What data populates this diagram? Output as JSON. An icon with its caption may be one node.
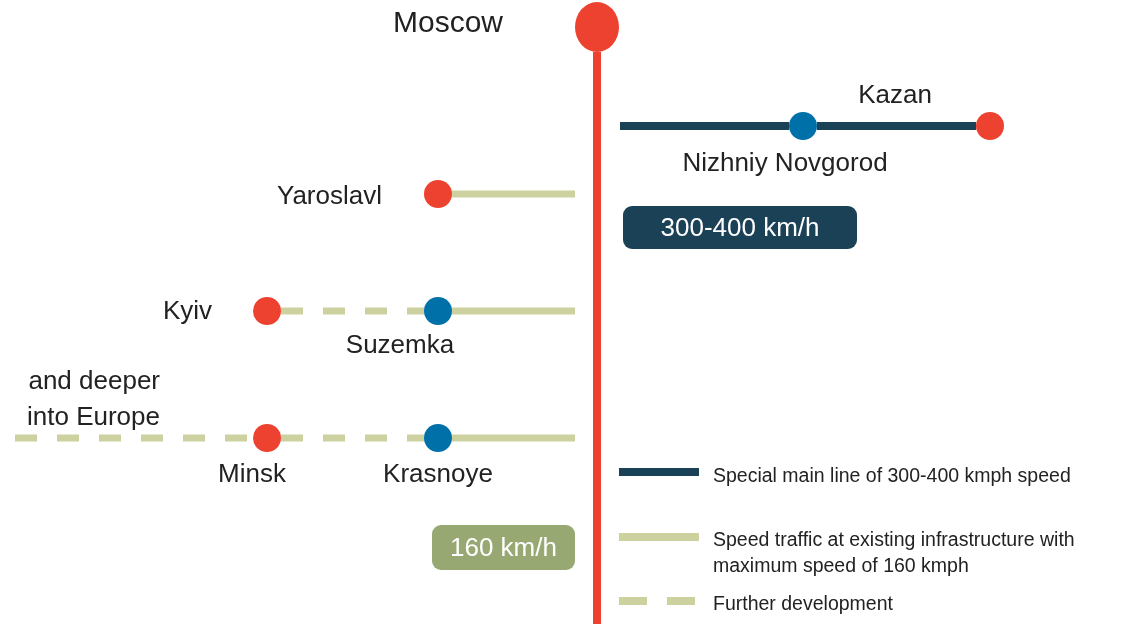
{
  "diagram": {
    "nodes": [
      {
        "text": [
          "Moscow"
        ]
      },
      {
        "text": [
          "Kazan"
        ]
      },
      {
        "text": [
          "Nizhniy Novgorod"
        ]
      },
      {
        "text": [
          "Yaroslavl"
        ]
      },
      {
        "text": [
          "300-400 km/h"
        ]
      },
      {
        "text": [
          "Kyiv"
        ]
      },
      {
        "text": [
          "Suzemka"
        ]
      },
      {
        "text": [
          "and deeper into Europe"
        ]
      },
      {
        "text": [
          "Minsk"
        ]
      },
      {
        "text": [
          "Krasnoye"
        ]
      },
      {
        "text": [
          "160 km/h"
        ]
      }
    ],
    "edges": [
      {
        "from": 0,
        "to": null,
        "arrow": "none",
        "color": "#ee4230"
      },
      {
        "from": null,
        "to": 2,
        "arrow": "none",
        "color": "#1b4157"
      },
      {
        "from": 2,
        "to": 1,
        "arrow": "none",
        "color": "#1b4157"
      },
      {
        "from": 3,
        "to": null,
        "arrow": "none"
      },
      {
        "from": 5,
        "to": 6,
        "arrow": "none",
        "style": "dashed"
      },
      {
        "from": 6,
        "to": null,
        "arrow": "none"
      },
      {
        "from": 7,
        "to": 8,
        "arrow": "none",
        "style": "dashed"
      },
      {
        "from": 8,
        "to": 9,
        "arrow": "none",
        "style": "dashed"
      },
      {
        "from": 9,
        "to": null,
        "arrow": "none"
      }
    ],
    "legend": [
      {
        "text": "Special main line of 300-400 kmph speed"
      },
      {
        "text": "Speed traffic at existing infrastructure with maximum speed of 160 kmph"
      },
      {
        "text": "Further development"
      }
    ]
  }
}
